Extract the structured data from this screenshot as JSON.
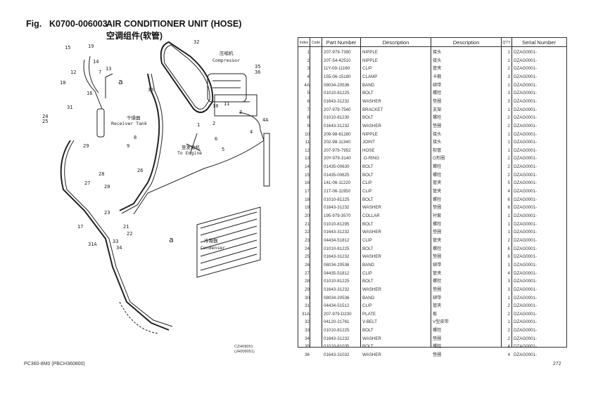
{
  "header": {
    "fig": "Fig.",
    "code": "K0700-006003",
    "title": "AIR CONDITIONER UNIT (HOSE)",
    "title_cn": "空调组件(软管)"
  },
  "diagram": {
    "compressor_cn": "压缩机",
    "compressor": "Compressor",
    "receiver_cn": "干燥器",
    "receiver": "Receiver Tank",
    "engine_cn": "至发动机",
    "engine": "To Engine",
    "condenser_cn": "冷凝器",
    "condenser": "Condenser",
    "view_a": "a",
    "callouts": [
      "15",
      "12",
      "18",
      "19",
      "30",
      "16",
      "14",
      "13",
      "32",
      "35",
      "36",
      "10",
      "11",
      "3",
      "4A",
      "4",
      "5",
      "6",
      "1",
      "2",
      "25",
      "24",
      "31",
      "29",
      "28",
      "27",
      "8",
      "9",
      "26",
      "20",
      "22",
      "21",
      "17",
      "31A",
      "33",
      "34",
      "23",
      "7"
    ],
    "drawing_no": "CZH09051",
    "drawing_no2": "(JH009051)"
  },
  "table": {
    "headers": {
      "index": "Index",
      "code": "Code",
      "part_number": "Part Number",
      "description": "Description",
      "description_cn": "Description",
      "qty": "Q'TY",
      "serial": "Serial Number"
    },
    "rows": [
      {
        "i": "1",
        "pn": "207-979-7390",
        "d": "NIPPLE",
        "cn": "接头",
        "q": "1",
        "s": "DZAG0001-"
      },
      {
        "i": "2",
        "pn": "20T-54-42510",
        "d": "NIPPLE",
        "cn": "接头",
        "q": "1",
        "s": "DZAG0001-"
      },
      {
        "i": "3",
        "pn": "11Y-09-11160",
        "d": "CLIP",
        "cn": "管夹",
        "q": "2",
        "s": "DZAG0001-"
      },
      {
        "i": "4",
        "pn": "155-06-15180",
        "d": "CLAMP",
        "cn": "卡箍",
        "q": "3",
        "s": "DZAG0001-"
      },
      {
        "i": "4A",
        "pn": "08034-20536",
        "d": "BAND",
        "cn": "绑带",
        "q": "1",
        "s": "DZAG0001-"
      },
      {
        "i": "5",
        "pn": "01010-81225",
        "d": "BOLT",
        "cn": "螺栓",
        "q": "3",
        "s": "DZAG0001-"
      },
      {
        "i": "6",
        "pn": "01643-31232",
        "d": "WASHER",
        "cn": "垫圈",
        "q": "3",
        "s": "DZAG0001-"
      },
      {
        "i": "7",
        "pn": "207-979-7540",
        "d": "BRACKET",
        "cn": "支架",
        "q": "1",
        "s": "DZAG0001-"
      },
      {
        "i": "8",
        "pn": "01010-81230",
        "d": "BOLT",
        "cn": "螺栓",
        "q": "2",
        "s": "DZAG0001-"
      },
      {
        "i": "9",
        "pn": "01643-31232",
        "d": "WASHER",
        "cn": "垫圈",
        "q": "2",
        "s": "DZAG0001-"
      },
      {
        "i": "10",
        "pn": "209-98-61280",
        "d": "NIPPLE",
        "cn": "接头",
        "q": "1",
        "s": "DZAG0001-"
      },
      {
        "i": "11",
        "pn": "202-98-11340",
        "d": "JOINT",
        "cn": "接头",
        "q": "1",
        "s": "DZAG0001-"
      },
      {
        "i": "12",
        "pn": "207-979-7952",
        "d": "HOSE",
        "cn": "软管",
        "q": "1",
        "s": "DZAG0001-"
      },
      {
        "i": "13",
        "pn": "20Y-979-3140",
        "d": ".O-RING",
        "cn": "O形圈",
        "q": "2",
        "s": "DZAG0001-"
      },
      {
        "i": "14",
        "pn": "01435-00630",
        "d": "BOLT",
        "cn": "螺栓",
        "q": "2",
        "s": "DZAG0001-"
      },
      {
        "i": "15",
        "pn": "01435-00625",
        "d": "BOLT",
        "cn": "螺栓",
        "q": "2",
        "s": "DZAG0001-"
      },
      {
        "i": "16",
        "pn": "141-06-11220",
        "d": "CLIP",
        "cn": "管夹",
        "q": "5",
        "s": "DZAG0001-"
      },
      {
        "i": "17",
        "pn": "21T-06-11950",
        "d": "CLIP",
        "cn": "管夹",
        "q": "4",
        "s": "DZAG0001-"
      },
      {
        "i": "18",
        "pn": "01010-81225",
        "d": "BOLT",
        "cn": "螺栓",
        "q": "6",
        "s": "DZAG0001-"
      },
      {
        "i": "19",
        "pn": "01643-31232",
        "d": "WASHER",
        "cn": "垫圈",
        "q": "6",
        "s": "DZAG0001-"
      },
      {
        "i": "20",
        "pn": "195-979-3570",
        "d": "COLLAR",
        "cn": "衬套",
        "q": "1",
        "s": "DZAG0001-"
      },
      {
        "i": "21",
        "pn": "01010-81295",
        "d": "BOLT",
        "cn": "螺栓",
        "q": "1",
        "s": "DZAG0001-"
      },
      {
        "i": "22",
        "pn": "01643-31232",
        "d": "WASHER",
        "cn": "垫圈",
        "q": "1",
        "s": "DZAG0001-"
      },
      {
        "i": "23",
        "pn": "04434-51812",
        "d": "CLIP",
        "cn": "管夹",
        "q": "2",
        "s": "DZAG0001-"
      },
      {
        "i": "24",
        "pn": "01010-81225",
        "d": "BOLT",
        "cn": "螺栓",
        "q": "6",
        "s": "DZAG0001-"
      },
      {
        "i": "25",
        "pn": "01643-31232",
        "d": "WASHER",
        "cn": "垫圈",
        "q": "6",
        "s": "DZAG0001-"
      },
      {
        "i": "26",
        "pn": "08034-20536",
        "d": "BAND",
        "cn": "绑带",
        "q": "1",
        "s": "DZAG0001-"
      },
      {
        "i": "27",
        "pn": "04435-51812",
        "d": "CLIP",
        "cn": "管夹",
        "q": "4",
        "s": "DZAG0001-"
      },
      {
        "i": "28",
        "pn": "01010-81225",
        "d": "BOLT",
        "cn": "螺栓",
        "q": "3",
        "s": "DZAG0001-"
      },
      {
        "i": "29",
        "pn": "01643-31232",
        "d": "WASHER",
        "cn": "垫圈",
        "q": "3",
        "s": "DZAG0001-"
      },
      {
        "i": "30",
        "pn": "08034-20536",
        "d": "BAND",
        "cn": "绑带",
        "q": "1",
        "s": "DZAG0001-"
      },
      {
        "i": "31",
        "pn": "04434-51512",
        "d": "CLIP",
        "cn": "管夹",
        "q": "2",
        "s": "DZAG0001-"
      },
      {
        "i": "31A",
        "pn": "207-979-D230",
        "d": "PLATE",
        "cn": "板",
        "q": "2",
        "s": "DZAG0001-"
      },
      {
        "i": "32",
        "pn": "04120-21761",
        "d": "V-BELT",
        "cn": "V型皮带",
        "q": "1",
        "s": "DZAG0001-"
      },
      {
        "i": "33",
        "pn": "01010-81225",
        "d": "BOLT",
        "cn": "螺栓",
        "q": "2",
        "s": "DZAG0001-"
      },
      {
        "i": "34",
        "pn": "01643-31232",
        "d": "WASHER",
        "cn": "垫圈",
        "q": "2",
        "s": "DZAG0001-"
      },
      {
        "i": "35",
        "pn": "01010-81035",
        "d": "BOLT",
        "cn": "螺栓",
        "q": "4",
        "s": "DZAG0001-"
      },
      {
        "i": "36",
        "pn": "01643-31032",
        "d": "WASHER",
        "cn": "垫圈",
        "q": "4",
        "s": "DZAG0001-"
      }
    ]
  },
  "footer": {
    "model": "PC360-8M0 (PBCH360800)",
    "page": "272"
  }
}
